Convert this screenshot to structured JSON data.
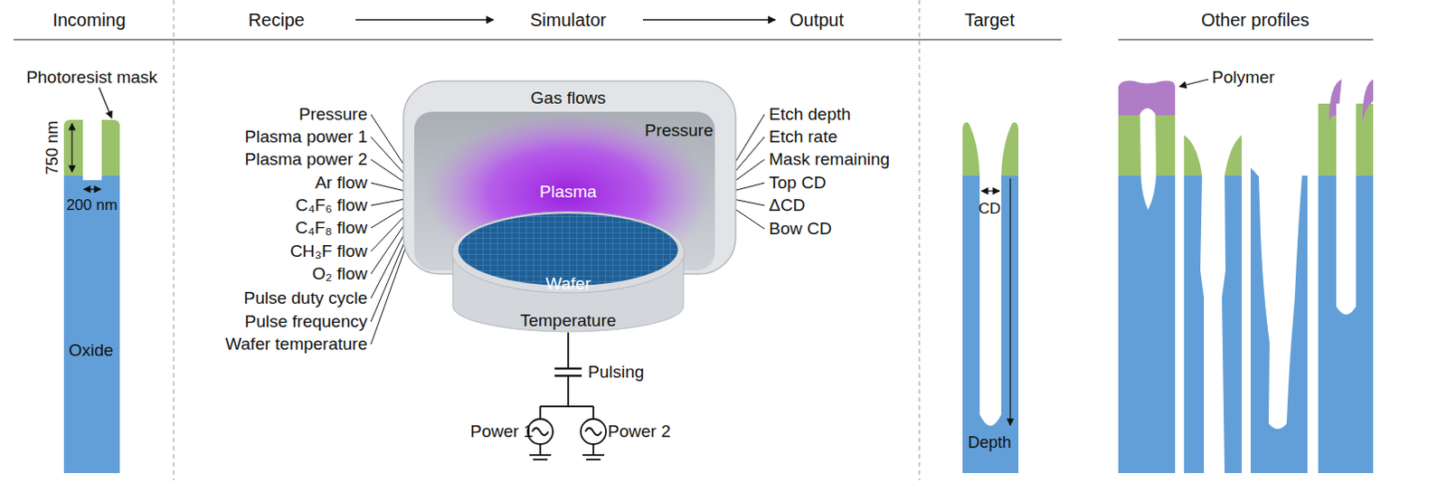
{
  "diagram": {
    "labels": [
      "Incoming",
      "Recipe",
      "Simulator",
      "Output",
      "Target",
      "Other profiles",
      "Photoresist mask",
      "750 nm",
      "200 nm",
      "Oxide",
      "Pressure",
      "Plasma power 1",
      "Plasma power 2",
      "Ar flow",
      "C₄F₆ flow",
      "C₄F₈ flow",
      "CH₃F flow",
      "O₂ flow",
      "Pulse duty cycle",
      "Pulse frequency",
      "Wafer temperature",
      "Gas flows",
      "Pressure",
      "Plasma",
      "Wafer",
      "Temperature",
      "Pulsing",
      "Power 1",
      "Power 2",
      "Etch depth",
      "Etch rate",
      "Mask remaining",
      "Top CD",
      "ΔCD",
      "Bow CD",
      "CD",
      "Depth",
      "Polymer"
    ]
  }
}
